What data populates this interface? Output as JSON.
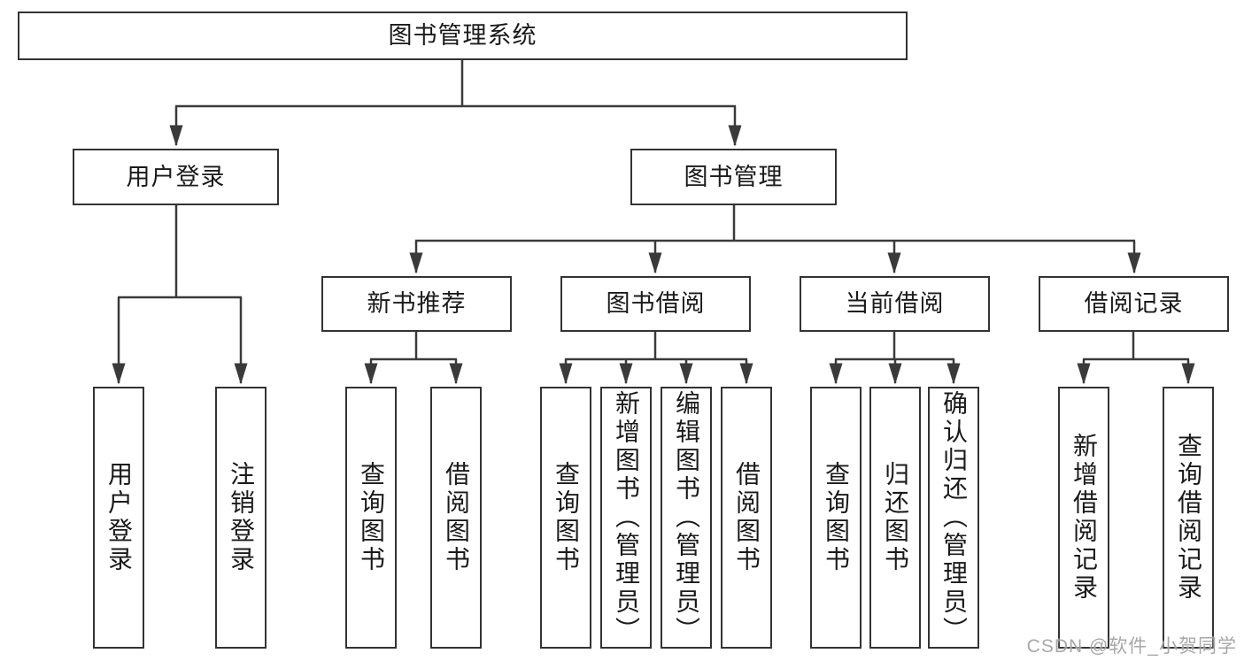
{
  "diagram": {
    "title": "图书管理系统",
    "branches": [
      {
        "label": "用户登录",
        "leaves": [
          "用户登录",
          "注销登录"
        ]
      },
      {
        "label": "图书管理",
        "groups": [
          {
            "label": "新书推荐",
            "leaves": [
              "查询图书",
              "借阅图书"
            ]
          },
          {
            "label": "图书借阅",
            "leaves": [
              "查询图书",
              "新增图书（管理员）",
              "编辑图书（管理员）",
              "借阅图书"
            ]
          },
          {
            "label": "当前借阅",
            "leaves": [
              "查询图书",
              "归还图书",
              "确认归还（管理员）"
            ]
          },
          {
            "label": "借阅记录",
            "leaves": [
              "新增借阅记录",
              "查询借阅记录"
            ]
          }
        ]
      }
    ]
  },
  "watermark": {
    "text": "CSDN @软件_小贺同学"
  },
  "colors": {
    "line": "#3a3a3a",
    "border": "#333333",
    "text": "#1a1a1a",
    "background": "#ffffff",
    "watermark": "#9e9e9e"
  }
}
